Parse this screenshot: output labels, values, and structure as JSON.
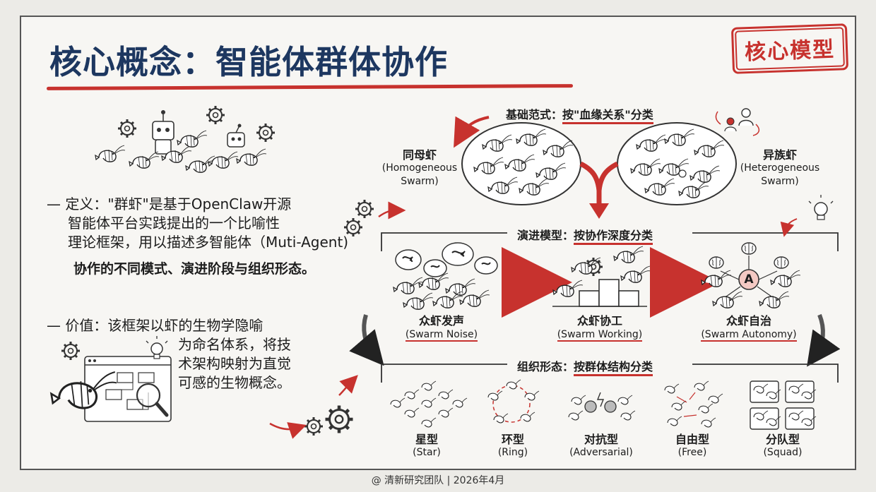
{
  "header": {
    "title": "核心概念：智能体群体协作",
    "stamp": "核心模型"
  },
  "left": {
    "definition": {
      "lines": [
        "— 定义：\"群虾\"是基于OpenClaw开源",
        "智能体平台实践提出的一个比喻性",
        "理论框架，用以描述多智能体（Muti-Agent)",
        "协作的不同模式、演进阶段与组织形态。"
      ]
    },
    "value": {
      "lines": [
        "— 价值：该框架以虾的生物学隐喻",
        "为命名体系，将技",
        "术架构映射为直觉",
        "可感的生物概念。"
      ]
    }
  },
  "paradigm": {
    "title_prefix": "基础范式：",
    "title_highlight": "按\"血缘关系\"分类",
    "homogeneous": {
      "zh": "同母虾",
      "en1": "(Homogeneous",
      "en2": "Swarm)"
    },
    "heterogeneous": {
      "zh": "异族虾",
      "en1": "(Heterogeneous",
      "en2": "Swarm)"
    }
  },
  "evolution": {
    "title_prefix": "演进模型：",
    "title_highlight": "按协作深度分类",
    "stages": [
      {
        "zh": "众虾发声",
        "en": "(Swarm Noise)"
      },
      {
        "zh": "众虾协工",
        "en": "(Swarm Working)"
      },
      {
        "zh": "众虾自治",
        "en": "(Swarm Autonomy)"
      }
    ],
    "autonomy_badge": "A"
  },
  "organization": {
    "title_prefix": "组织形态：",
    "title_highlight": "按群体结构分类",
    "forms": [
      {
        "zh": "星型",
        "en": "(Star)"
      },
      {
        "zh": "环型",
        "en": "(Ring)"
      },
      {
        "zh": "对抗型",
        "en": "(Adversarial)"
      },
      {
        "zh": "自由型",
        "en": "(Free)"
      },
      {
        "zh": "分队型",
        "en": "(Squad)"
      }
    ]
  },
  "footer": {
    "credit": "@ 清新研究团队 | 2026年4月"
  },
  "colors": {
    "title": "#1d3760",
    "accent": "#c7322e",
    "ink": "#1c1c1c",
    "paper": "#f7f6f3"
  },
  "icons": [
    "robot-icon",
    "gear-icon",
    "shrimp-icon",
    "user-group-icon",
    "lightbulb-icon",
    "magnifier-icon",
    "brain-icon",
    "arrow-icon"
  ]
}
